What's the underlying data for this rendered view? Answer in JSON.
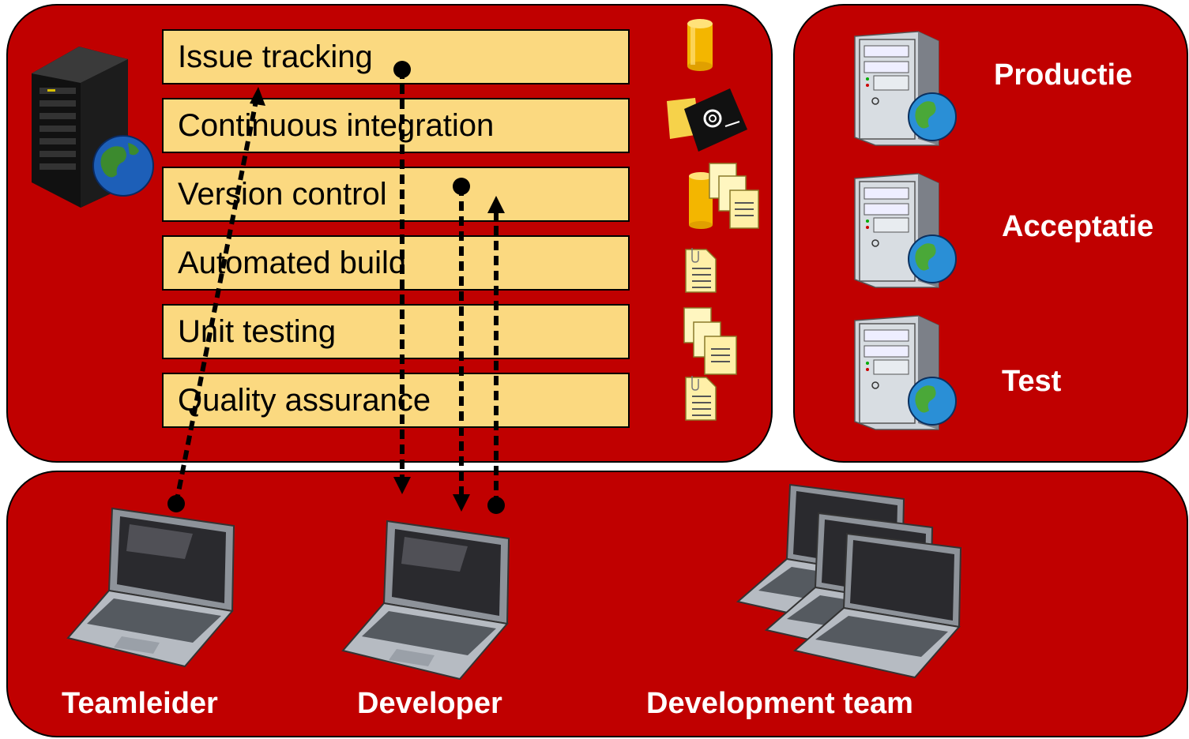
{
  "services": [
    {
      "label": "Issue tracking"
    },
    {
      "label": "Continuous integration"
    },
    {
      "label": "Version control"
    },
    {
      "label": "Automated build"
    },
    {
      "label": "Unit testing"
    },
    {
      "label": "Quality assurance"
    }
  ],
  "environments": [
    {
      "label": "Productie"
    },
    {
      "label": "Acceptatie"
    },
    {
      "label": "Test"
    }
  ],
  "clients": [
    {
      "label": "Teamleider"
    },
    {
      "label": "Developer"
    },
    {
      "label": "Development team"
    }
  ],
  "colors": {
    "panel": "#c00000",
    "service_box": "#fbd980",
    "label_text": "#ffffff"
  }
}
